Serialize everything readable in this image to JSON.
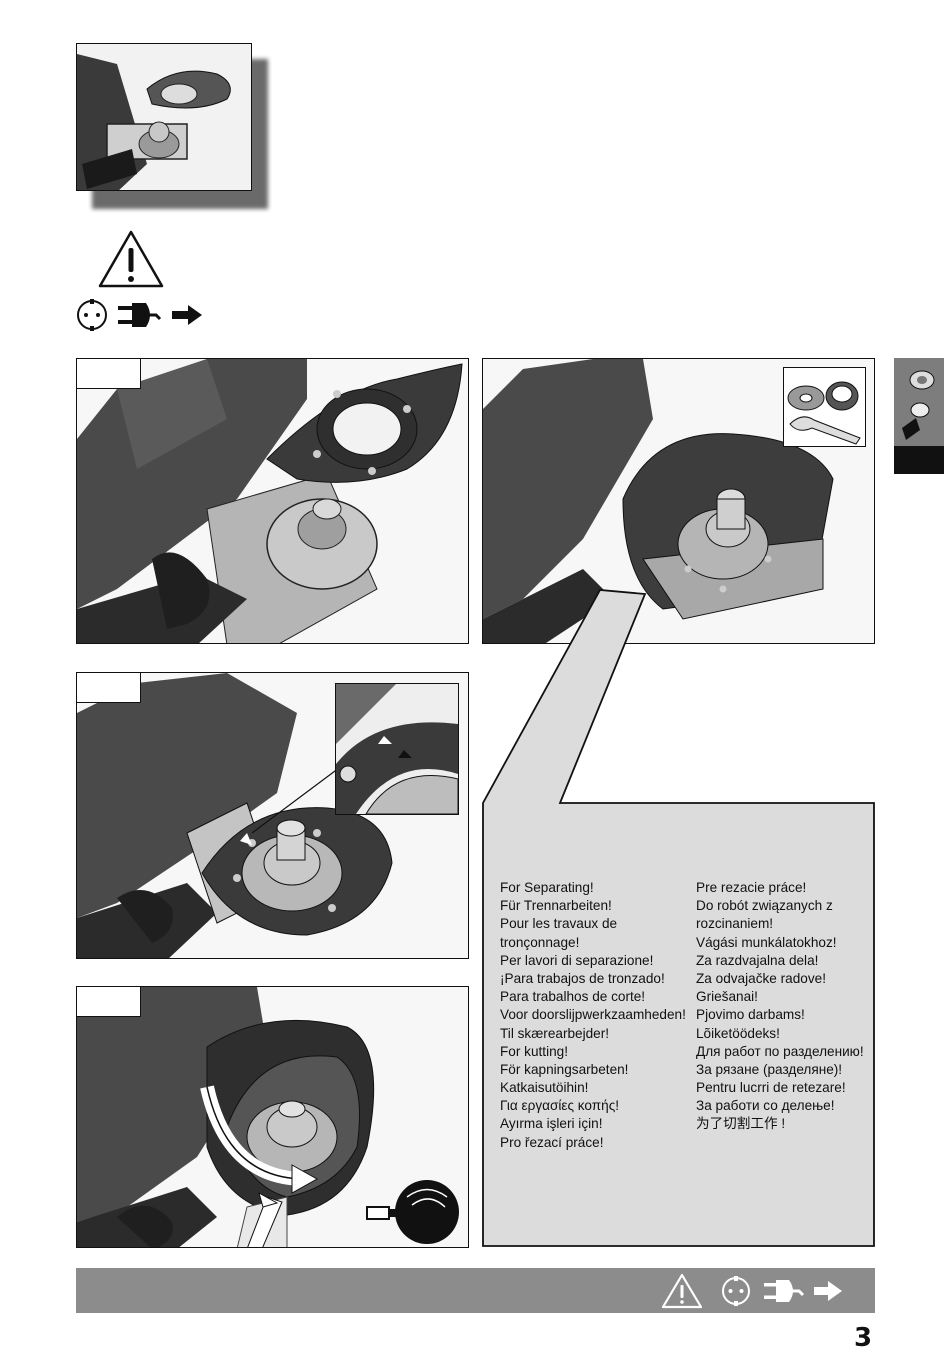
{
  "page": {
    "number": "3"
  },
  "icons": {
    "top_warning": "warning-triangle-icon",
    "top_unplug": "unplug-icon",
    "bottom_warning": "warning-triangle-icon",
    "bottom_unplug": "unplug-icon"
  },
  "figures": [
    {
      "id": "fig-1",
      "label": ""
    },
    {
      "id": "fig-2",
      "label": ""
    },
    {
      "id": "fig-3",
      "label": ""
    },
    {
      "id": "fig-4",
      "label": ""
    }
  ],
  "callout": {
    "left_column": [
      "For Separating!",
      "Für Trennarbeiten!",
      "Pour les travaux de",
      "tronçonnage!",
      "Per lavori di separazione!",
      "¡Para trabajos de tronzado!",
      "Para trabalhos de corte!",
      "Voor doorslijpwerkzaamheden!",
      "Til skærearbejder!",
      "For kutting!",
      "För kapningsarbeten!",
      "Katkaisutöihin!",
      "Για εργασίες κοπής!",
      "Ayırma işleri için!",
      "Pro řezací práce!"
    ],
    "right_column": [
      "Pre rezacie práce!",
      "Do robót związanych z",
      "rozcinaniem!",
      "Vágási munkálatokhoz!",
      "Za razdvajalna dela!",
      "Za odvajačke radove!",
      "Griešanai!",
      "Pjovimo darbams!",
      "Lõiketöödeks!",
      "Для работ по разделению!",
      "За рязане (разделяне)!",
      "Pentru lucrri de retezare!",
      "За работи со делење!",
      "为了切割工作 !"
    ]
  },
  "colors": {
    "bar": "#8c8c8c",
    "callout_bg": "#dcdcdc",
    "tool_dark": "#3d3d3d"
  }
}
